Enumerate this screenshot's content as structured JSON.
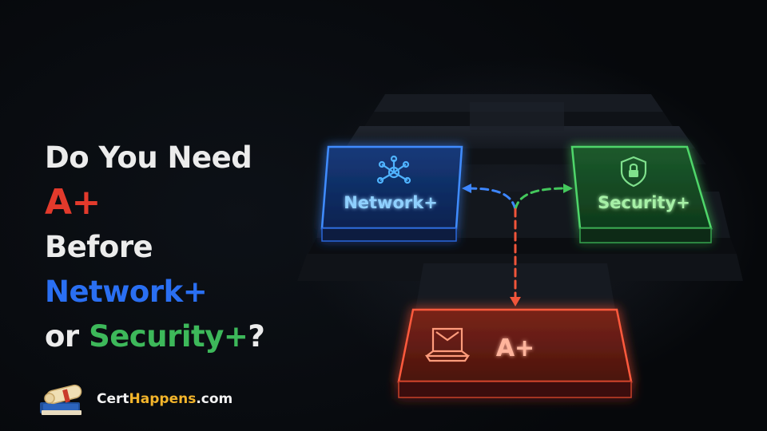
{
  "headline": {
    "line1": "Do You Need",
    "line2": "A+",
    "line3": "Before",
    "line4": "Network+",
    "line5_prefix": "or ",
    "line5_highlight": "Security+",
    "line5_suffix": "?"
  },
  "cards": {
    "network": {
      "label": "Network+",
      "icon": "network-hub-icon",
      "color": "#2f7cf6"
    },
    "security": {
      "label": "Security+",
      "icon": "shield-lock-icon",
      "color": "#3fbf55"
    },
    "aplus": {
      "label": "A+",
      "icon": "laptop-icon",
      "color": "#e7442f"
    }
  },
  "brand": {
    "name_part1": "Cert",
    "name_part2": "Happens",
    "name_part3": ".com",
    "icon": "diploma-book-icon"
  },
  "colors": {
    "text": "#ececec",
    "red": "#e23a2c",
    "blue": "#2a6ff2",
    "green": "#3db85a",
    "brand_yellow": "#f3b52b"
  }
}
